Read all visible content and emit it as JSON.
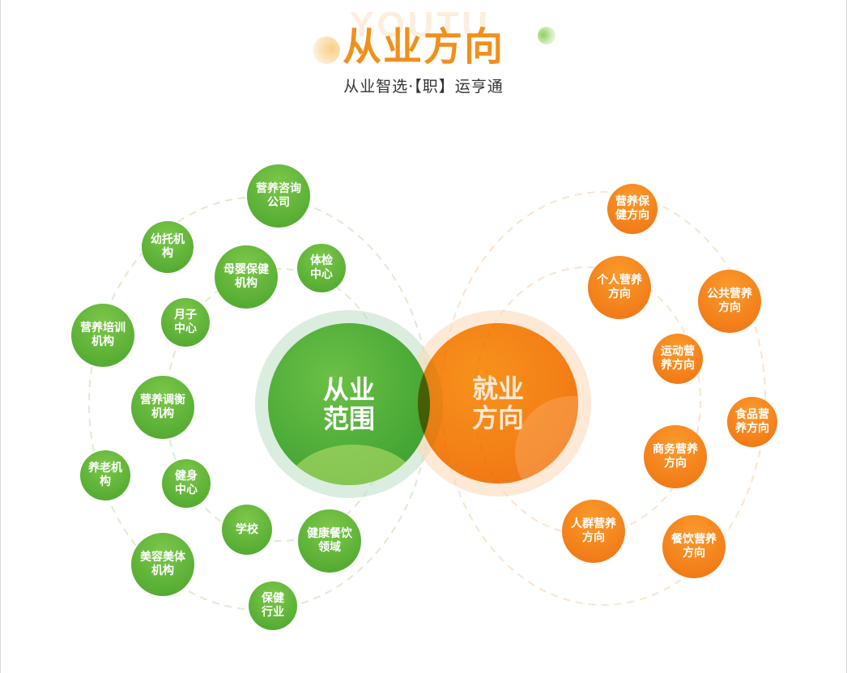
{
  "header": {
    "watermark": "YOUTU",
    "title": "从业方向",
    "subtitle": "从业智选·【职】运亨通"
  },
  "center": {
    "left_circle": "从业范围",
    "right_circle": "就业方向"
  },
  "green_items": [
    "营养咨询公司",
    "幼托机构",
    "母婴保健机构",
    "体检中心",
    "营养培训机构",
    "月子中心",
    "营养调衡机构",
    "养老机构",
    "健身中心",
    "学校",
    "健康餐饮领域",
    "美容美体机构",
    "保健行业"
  ],
  "orange_items": [
    "营养保健方向",
    "个人营养方向",
    "公共营养方向",
    "运动营养方向",
    "食品营养方向",
    "商务营养方向",
    "人群营养方向",
    "餐饮营养方向"
  ],
  "colors": {
    "green": "#56ad33",
    "orange": "#f27c18",
    "title": "#f0901c"
  }
}
